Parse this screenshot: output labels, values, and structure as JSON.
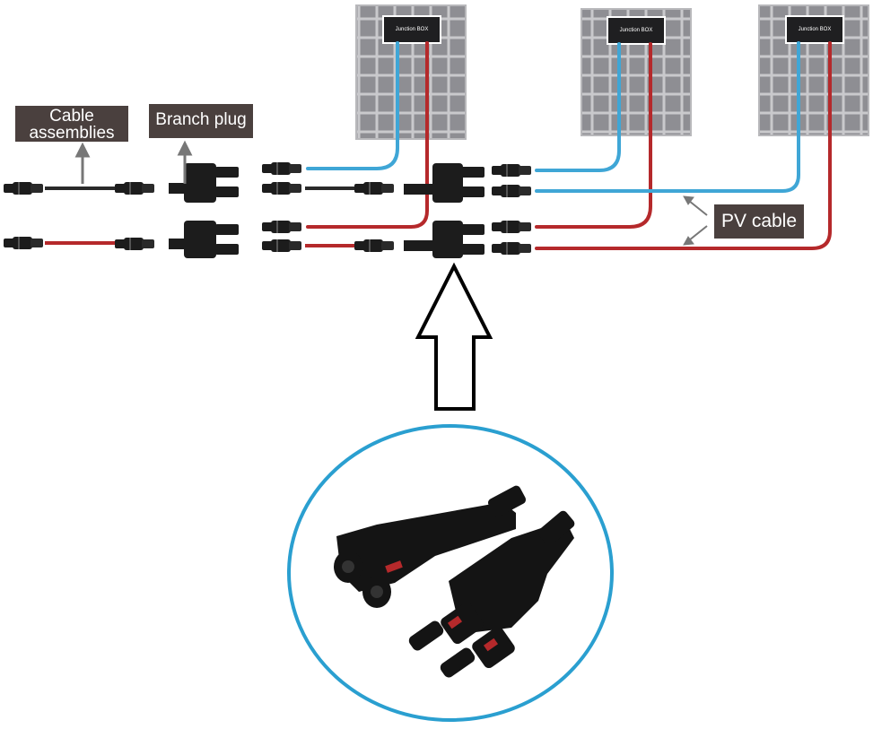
{
  "labels": {
    "cable_assemblies_line1": "Cable",
    "cable_assemblies_line2": "assemblies",
    "branch_plug": "Branch plug",
    "pv_cable": "PV cable"
  },
  "junction_box_text": "Junction BOX",
  "panel_count": 3,
  "colors": {
    "positive_cable": "#b5292b",
    "negative_cable": "#3fa6d6",
    "label_background": "#4a403e",
    "panel_cell": "#8e8e93",
    "panel_frame": "#c9c9cc",
    "junction_box": "#1f1f21",
    "circle_outline": "#2a9fd0",
    "connector": "#1c1c1c",
    "arrow_outline": "#000000"
  },
  "icons": {
    "up_arrow": "outline-up-arrow-icon",
    "pointer_arrows": "gray-pointer-arrow-icon",
    "connectors": "mc4-connector-icon"
  }
}
